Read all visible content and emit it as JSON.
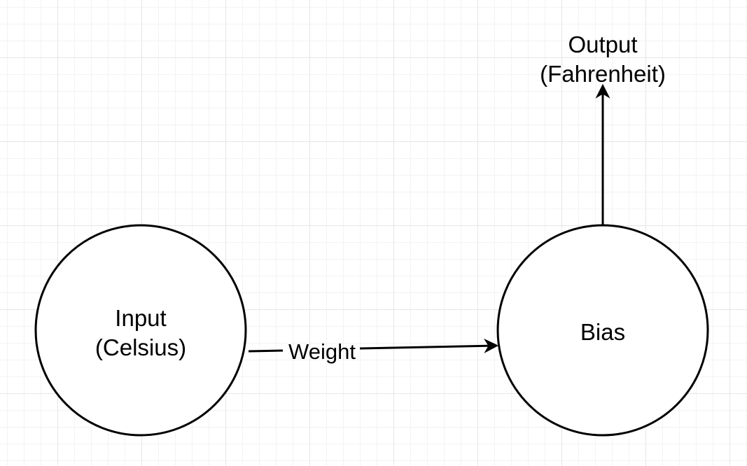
{
  "nodes": {
    "input": {
      "line1": "Input",
      "line2": "(Celsius)"
    },
    "bias": {
      "label": "Bias"
    },
    "output": {
      "line1": "Output",
      "line2": "(Fahrenheit)"
    }
  },
  "edges": {
    "weight": {
      "label": "Weight"
    }
  },
  "colors": {
    "stroke": "#000000",
    "grid": "#e6e6e6",
    "background": "#ffffff"
  }
}
